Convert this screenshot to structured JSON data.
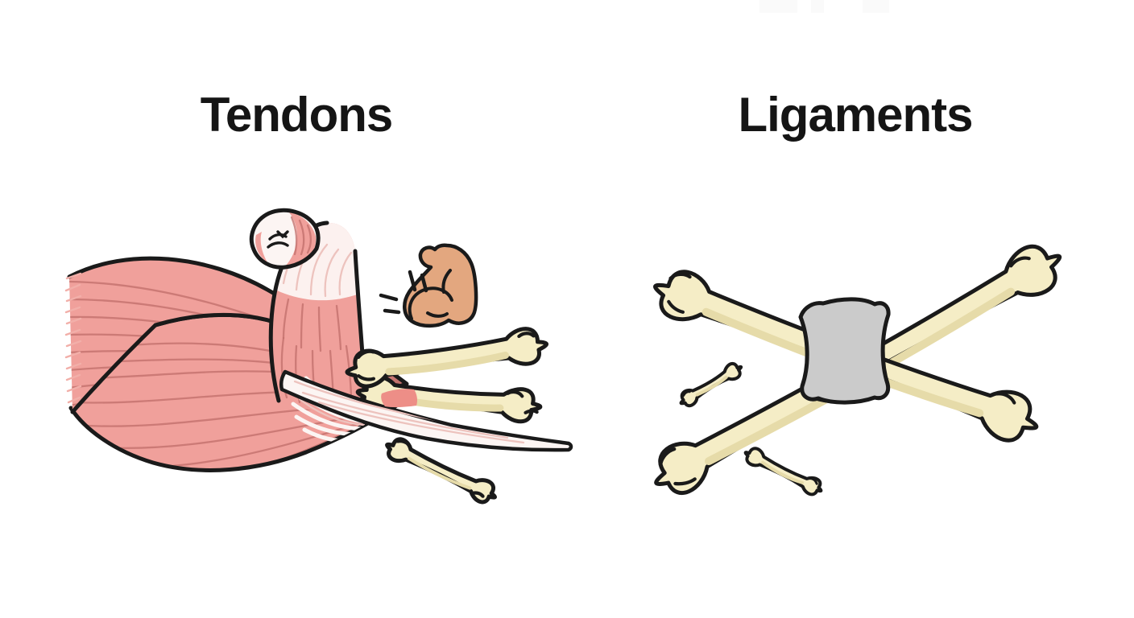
{
  "panels": [
    {
      "id": "tendons",
      "title": "Tendons",
      "illustration": "skeletal muscles joining to bones via white tendons, with a flexed-biceps strength icon",
      "parts": [
        "muscle-fan",
        "muscle-belly",
        "arm-muscle",
        "muscle-fist",
        "tendon-sheet",
        "upper-long-bone",
        "lower-long-bone",
        "small-bone",
        "flexed-biceps-icon",
        "emphasis-marks"
      ]
    },
    {
      "id": "ligaments",
      "title": "Ligaments",
      "illustration": "two crossed long bones bound together at the joint by a ligament band, with two small bones",
      "parts": [
        "descending-long-bone",
        "ascending-long-bone",
        "ligament-band",
        "small-bone-upper",
        "small-bone-lower"
      ]
    }
  ],
  "theme": {
    "colors": {
      "background": "#FFFFFF",
      "artifact": "#FAFAFA",
      "title_text": "#151515",
      "outline": "#1A1A1A",
      "muscle_pink": "#F0A09B",
      "muscle_striation": "#C26F6B",
      "muscle_fringe": "#F2AFA9",
      "tendon_white": "#FCF5F3",
      "tendon_strand": "#EDC3BE",
      "tendon_attachment": "#ED8E87",
      "bone_fill": "#F5EDC6",
      "bone_shadow": "#E6DBA9",
      "ligament_gray": "#CBCBCB",
      "ligament_gray_dark": "#BDBDBD",
      "skin": "#E3A77F"
    }
  }
}
